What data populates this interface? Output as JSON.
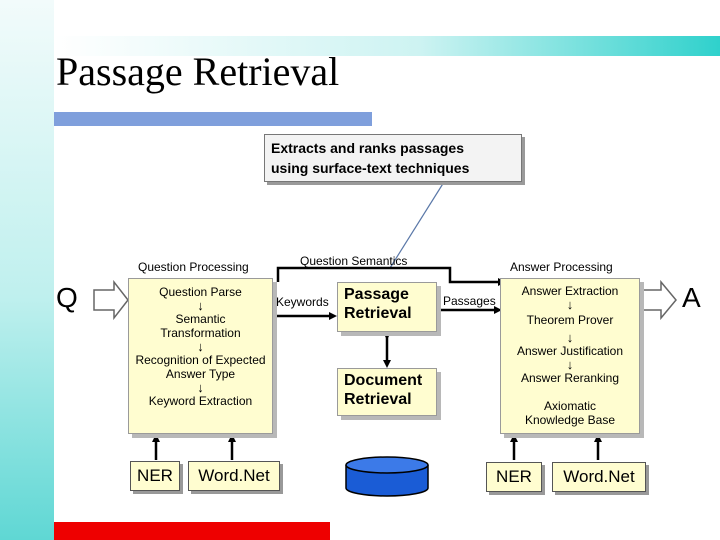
{
  "slide": {
    "title": "Passage Retrieval",
    "callout": {
      "line1": "Extracts and ranks passages",
      "line2": "using surface-text techniques"
    }
  },
  "diagram": {
    "input_label": "Q",
    "output_label": "A",
    "question_processing": {
      "header": "Question Processing",
      "steps": [
        "Question Parse",
        "Semantic Transformation",
        "Recognition of Expected Answer Type",
        "Keyword Extraction"
      ],
      "arrow_glyph": "↓"
    },
    "question_semantics_label": "Question Semantics",
    "keywords_label": "Keywords",
    "passages_label": "Passages",
    "passage_retrieval": "Passage Retrieval",
    "document_retrieval": "Document Retrieval",
    "answer_processing": {
      "header": "Answer Processing",
      "steps": [
        "Answer Extraction",
        "Theorem Prover",
        "Answer Justification",
        "Answer Reranking",
        "Axiomatic Knowledge Base"
      ]
    },
    "resources_left": [
      "NER",
      "Word.Net"
    ],
    "resources_right": [
      "NER",
      "Word.Net"
    ]
  }
}
